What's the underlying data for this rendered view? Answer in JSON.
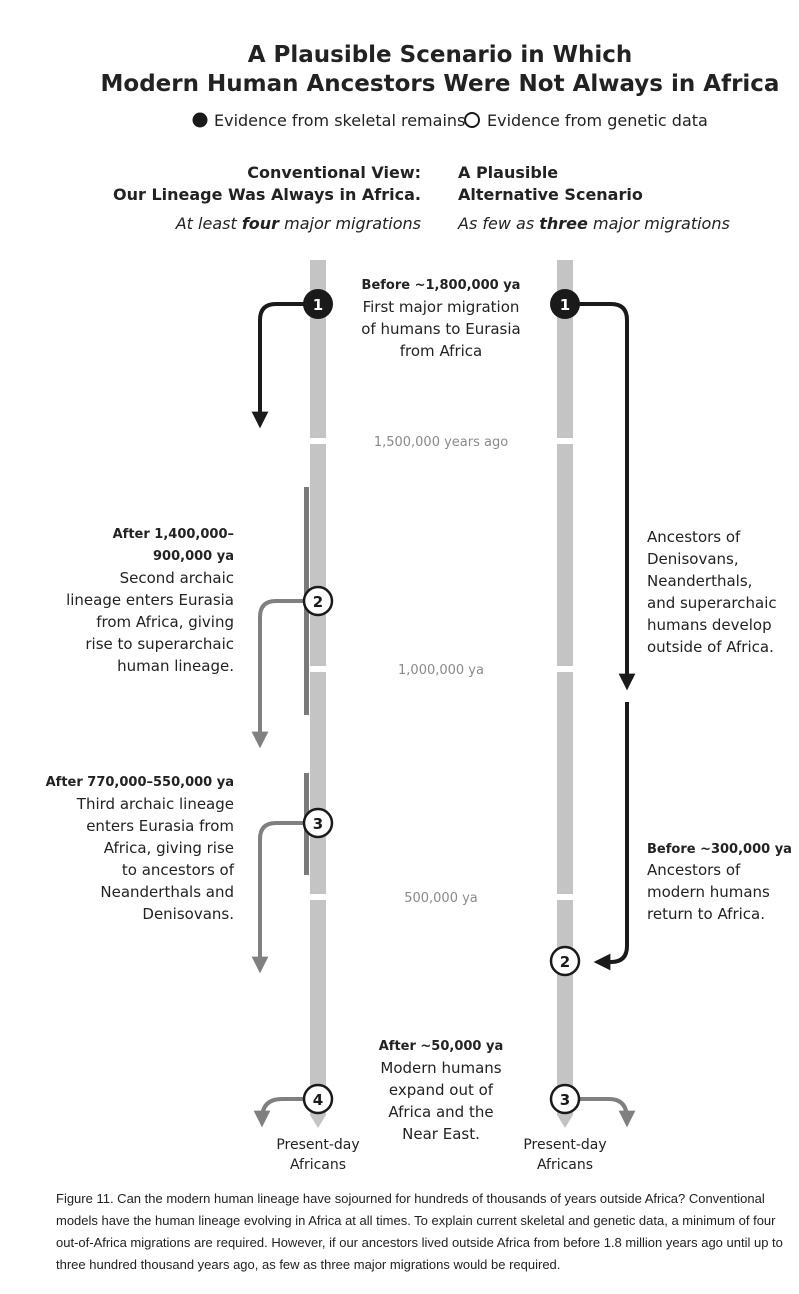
{
  "title": {
    "line1": "A Plausible Scenario in Which",
    "line2": "Modern Human Ancestors Were Not Always in Africa"
  },
  "legend": {
    "skeletal": "Evidence from skeletal remains",
    "genetic": "Evidence from genetic data"
  },
  "left_column": {
    "heading1": "Conventional View:",
    "heading2": "Our Lineage Was Always in Africa.",
    "sub_before": "At least ",
    "sub_bold": "four",
    "sub_after": " major migrations"
  },
  "right_column": {
    "heading1": "A Plausible",
    "heading2": "Alternative Scenario",
    "sub_before": "As few as ",
    "sub_bold": "three",
    "sub_after": " major migrations"
  },
  "time_marks": {
    "m1500": "1,500,000 years ago",
    "m1000": "1,000,000 ya",
    "m500": "500,000 ya"
  },
  "events": {
    "first": {
      "date": "Before ~1,800,000 ya",
      "lines": [
        "First major migration",
        "of humans to Eurasia",
        "from Africa"
      ]
    },
    "second": {
      "date1": "After 1,400,000–",
      "date2": "900,000 ya",
      "lines": [
        "Second archaic",
        "lineage enters Eurasia",
        "from Africa, giving",
        "rise to superarchaic",
        "human lineage."
      ]
    },
    "third": {
      "date": "After 770,000–550,000 ya",
      "lines": [
        "Third archaic lineage",
        "enters Eurasia from",
        "Africa, giving rise",
        "to ancestors of",
        "Neanderthals and",
        "Denisovans."
      ]
    },
    "ancestors": {
      "lines": [
        "Ancestors of",
        "Denisovans,",
        "Neanderthals,",
        "and superarchaic",
        "humans develop",
        "outside of Africa."
      ]
    },
    "return": {
      "date": "Before ~300,000 ya",
      "lines": [
        "Ancestors of",
        "modern humans",
        "return to Africa."
      ]
    },
    "expand": {
      "date": "After ~50,000 ya",
      "lines": [
        "Modern humans",
        "expand out of",
        "Africa and the",
        "Near East."
      ]
    }
  },
  "markers": {
    "left": [
      "1",
      "2",
      "3",
      "4"
    ],
    "right": [
      "1",
      "2",
      "3"
    ]
  },
  "present_day": {
    "line1": "Present-day",
    "line2": "Africans"
  },
  "colors": {
    "timeline": "#c4c4c4",
    "dark_arrow": "#1a1a1a",
    "gray_arrow": "#808080",
    "evidence_bar": "#7a7a7a",
    "text": "#222222",
    "time_label": "#8a8a8a"
  },
  "caption": "Figure 11. Can the modern human lineage have sojourned for hundreds of thousands of years outside Africa? Conventional models have the human lineage evolving in Africa at all times. To explain current skeletal and genetic data, a minimum of four out-of-Africa migrations are required. However, if our ancestors lived outside Africa from before 1.8 million years ago until up to three hundred thousand years ago, as few as three major migrations would be required."
}
